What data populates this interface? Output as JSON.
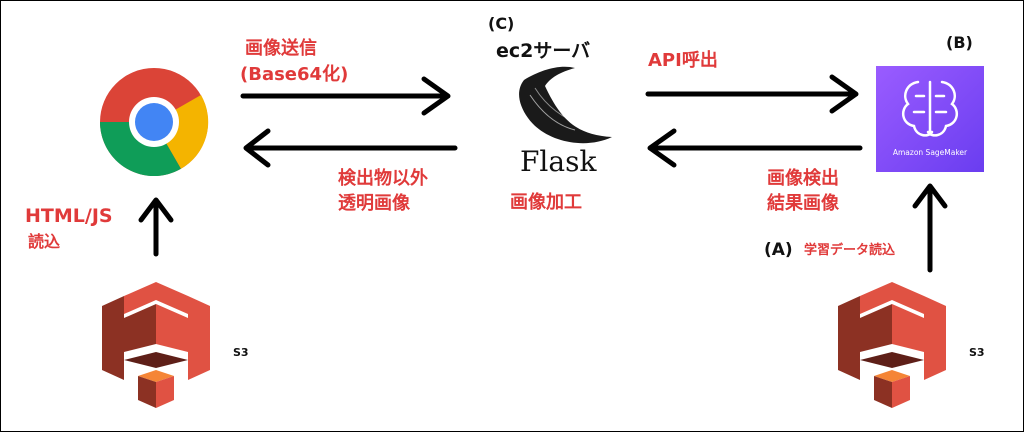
{
  "labels": {
    "send_line1": "画像送信",
    "send_line2": "(Base64化)",
    "return_line1": "検出物以外",
    "return_line2": "透明画像",
    "server_tag": "(C)",
    "server_name": "ec2サーバ",
    "flask_word": "Flask",
    "server_process": "画像加工",
    "api_call": "API呼出",
    "detect_line1": "画像検出",
    "detect_line2": "結果画像",
    "sagemaker_tag": "(B)",
    "sagemaker_caption": "Amazon SageMaker",
    "html_js_line1": "HTML/JS",
    "html_js_line2": "読込",
    "training_tag": "(A)",
    "training_text": "学習データ読込",
    "s3_left": "S3",
    "s3_right": "S3"
  },
  "colors": {
    "label_red": "#e03a3a",
    "s3_red": "#e05243",
    "s3_dark": "#8c3123",
    "s3_light": "#f58536",
    "sagemaker_purple": "#8c4fff",
    "sagemaker_blue": "#5a3ee8"
  },
  "icons": [
    "chrome-icon",
    "flask-icon",
    "sagemaker-icon",
    "s3-icon"
  ]
}
